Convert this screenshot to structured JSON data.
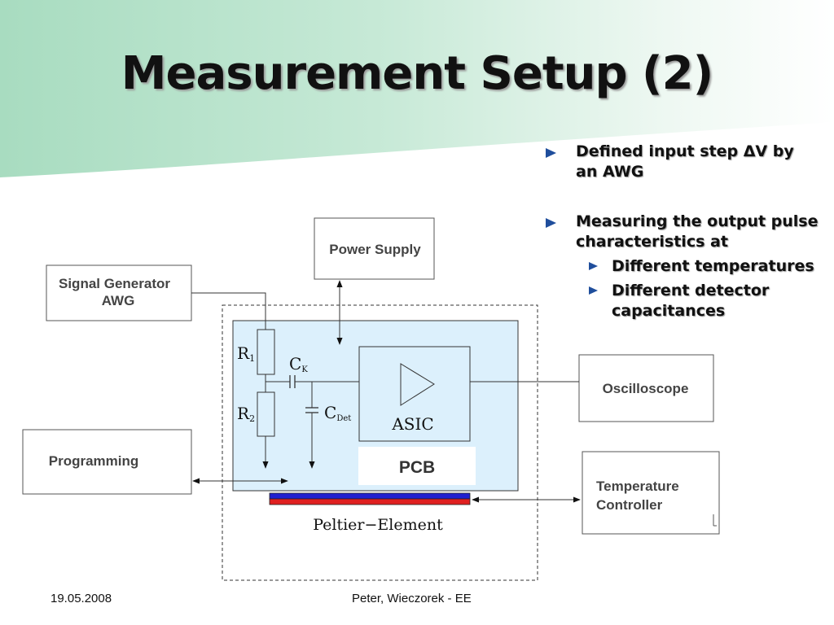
{
  "slide": {
    "title": "Measurement Setup (2)",
    "date": "19.05.2008",
    "footer_center": "Peter, Wieczorek - EE"
  },
  "bullets": {
    "item1": "Defined input step ΔV by an AWG",
    "item2": "Measuring the output pulse characteristics at",
    "sub1": "Different temperatures",
    "sub2": "Different detector capacitances"
  },
  "diagram": {
    "power_supply": "Power Supply",
    "signal_generator": "Signal Generator",
    "signal_generator_sub": "AWG",
    "programming": "Programming",
    "oscilloscope": "Oscilloscope",
    "temperature_controller_line1": "Temperature",
    "temperature_controller_line2": "Controller",
    "pcb": "PCB",
    "asic": "ASIC",
    "peltier": "Peltier−Element",
    "r1": "R",
    "r1_sub": "1",
    "r2": "R",
    "r2_sub": "2",
    "ck": "C",
    "ck_sub": "K",
    "cdet": "C",
    "cdet_sub": "Det"
  },
  "colors": {
    "band_green": "#a8dcc0",
    "pcb_fill": "#dcf0fc",
    "bullet_blue": "#1f4e9c",
    "peltier_blue": "#2020d0",
    "peltier_red": "#e02020"
  }
}
